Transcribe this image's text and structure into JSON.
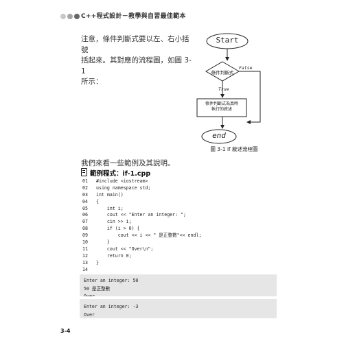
{
  "header": {
    "title": "C++程式設計－教學與自習最佳範本",
    "dot_colors": [
      "#c9c9c9",
      "#a5a5a5",
      "#666666"
    ]
  },
  "intro_lines": [
    "注意，條件判斷式要以左、右小括號",
    "括起來。其對應的流程圖，如圖 3-1",
    "所示："
  ],
  "flowchart": {
    "start": "Start",
    "condition": "條件判斷式",
    "false_label": "False",
    "true_label": "True",
    "statement_lines": [
      "條件判斷式為真時",
      "執行的敘述"
    ],
    "end": "end",
    "caption": "圖 3-1  if 敘述流程圖"
  },
  "lead": "我們來看一些範例及其說明。",
  "example": {
    "icon": "document-icon",
    "label": "範例程式：if-1.cpp"
  },
  "code_lines": [
    {
      "n": "01",
      "t": "#include <iostream>"
    },
    {
      "n": "02",
      "t": "using namespace std;"
    },
    {
      "n": "03",
      "t": "int main()"
    },
    {
      "n": "04",
      "t": "{"
    },
    {
      "n": "05",
      "t": "    int i;"
    },
    {
      "n": "06",
      "t": "    cout << \"Enter an integer: \";"
    },
    {
      "n": "07",
      "t": "    cin >> i;"
    },
    {
      "n": "08",
      "t": "    if (i > 0) {"
    },
    {
      "n": "09",
      "t": "        cout << i << \" 是正整數\"<< endl;"
    },
    {
      "n": "10",
      "t": "    }"
    },
    {
      "n": "11",
      "t": "    cout << \"Over\\n\";"
    },
    {
      "n": "12",
      "t": "    return 0;"
    },
    {
      "n": "13",
      "t": "}"
    },
    {
      "n": "14",
      "t": ""
    }
  ],
  "output1": [
    "Enter an integer: 50",
    "50 是正整數",
    "Over"
  ],
  "output2": [
    "Enter an integer: -3",
    "Over"
  ],
  "page_number": "3-4"
}
